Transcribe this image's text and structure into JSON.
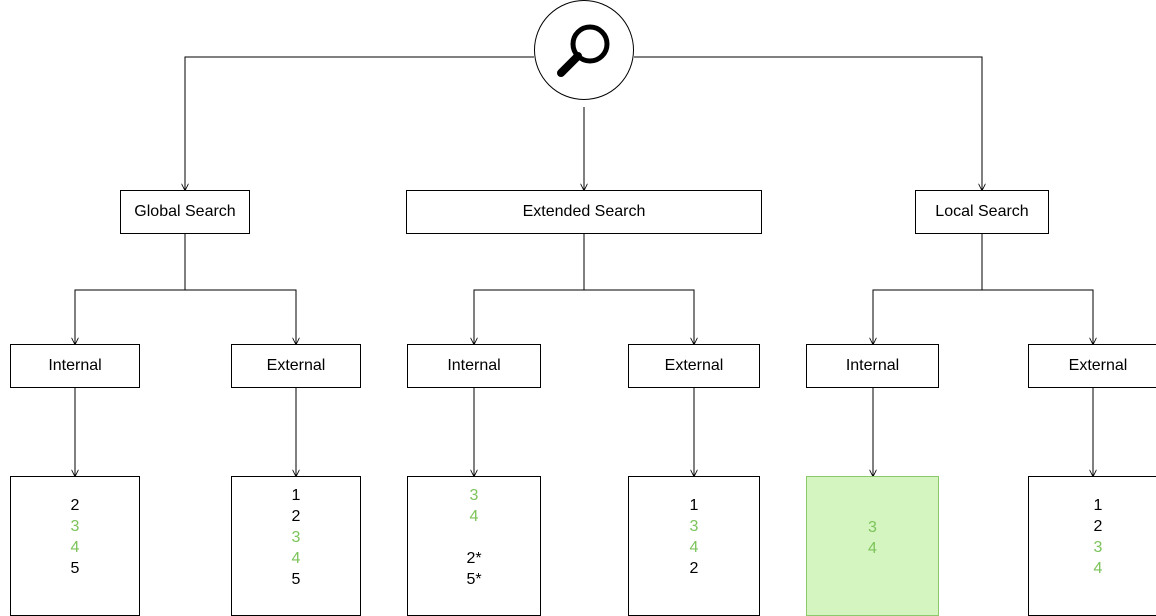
{
  "root": {
    "icon": "magnifier-icon"
  },
  "colors": {
    "highlight_text": "#7cc35a",
    "normal_text": "#000000",
    "highlight_fill": "#d4f5c0"
  },
  "branches": [
    {
      "label": "Global Search",
      "internal": {
        "label": "Internal",
        "items": [
          {
            "text": "2",
            "hl": false
          },
          {
            "text": "3",
            "hl": true
          },
          {
            "text": "4",
            "hl": true
          },
          {
            "text": "5",
            "hl": false
          }
        ]
      },
      "external": {
        "label": "External",
        "items": [
          {
            "text": "1",
            "hl": false
          },
          {
            "text": "2",
            "hl": false
          },
          {
            "text": "3",
            "hl": true
          },
          {
            "text": "4",
            "hl": true
          },
          {
            "text": "5",
            "hl": false
          }
        ]
      }
    },
    {
      "label": "Extended Search",
      "internal": {
        "label": "Internal",
        "items": [
          {
            "text": "3",
            "hl": true
          },
          {
            "text": "4",
            "hl": true
          },
          {
            "text": "",
            "hl": false
          },
          {
            "text": "2*",
            "hl": false
          },
          {
            "text": "5*",
            "hl": false
          }
        ]
      },
      "external": {
        "label": "External",
        "items": [
          {
            "text": "1",
            "hl": false
          },
          {
            "text": "3",
            "hl": true
          },
          {
            "text": "4",
            "hl": true
          },
          {
            "text": "2",
            "hl": false
          }
        ]
      }
    },
    {
      "label": "Local Search",
      "internal": {
        "label": "Internal",
        "highlighted_box": true,
        "items": [
          {
            "text": "3",
            "hl": true
          },
          {
            "text": "4",
            "hl": true
          }
        ]
      },
      "external": {
        "label": "External",
        "items": [
          {
            "text": "1",
            "hl": false
          },
          {
            "text": "2",
            "hl": false
          },
          {
            "text": "3",
            "hl": true
          },
          {
            "text": "4",
            "hl": true
          }
        ]
      }
    }
  ]
}
